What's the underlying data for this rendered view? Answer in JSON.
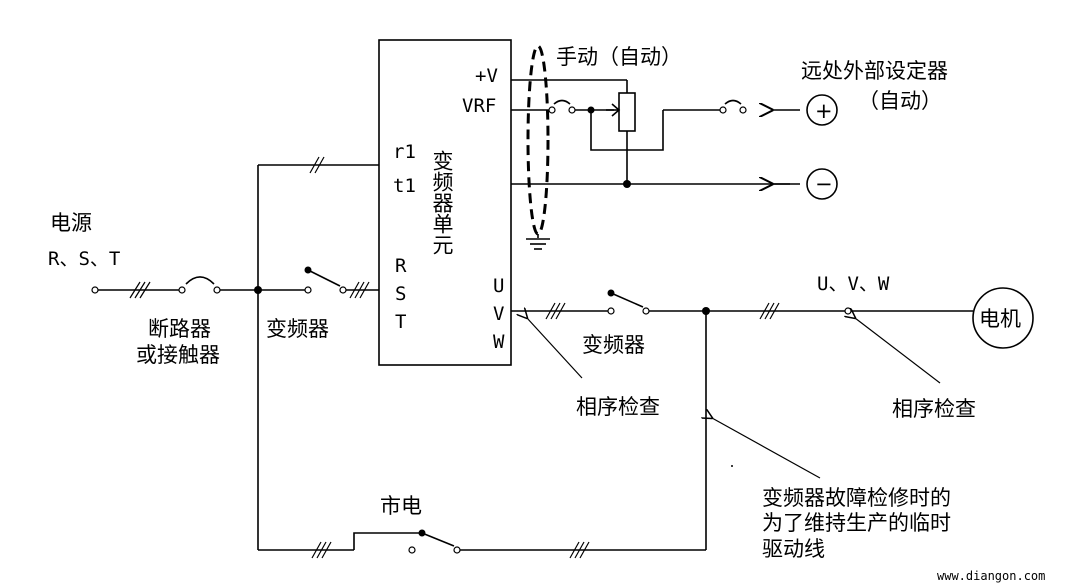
{
  "labels": {
    "power_source": "电源",
    "rst_input": "R、S、T",
    "breaker_line1": "断路器",
    "breaker_line2": "或接触器",
    "inverter_switch_left": "变频器",
    "unit_r1": "r1",
    "unit_t1": "t1",
    "unit_r": "R",
    "unit_s": "S",
    "unit_t": "T",
    "unit_title": "变频器单元",
    "unit_u": "U",
    "unit_v": "V",
    "unit_w": "W",
    "plus_v": "+V",
    "vrf": "VRF",
    "manual_auto": "手动（自动）",
    "remote_setter_line1": "远处外部设定器",
    "remote_setter_line2": "（自动）",
    "plus_sign": "+",
    "minus_sign": "−",
    "inverter_switch_right": "变频器",
    "phase_check_left": "相序检查",
    "uvw_output": "U、V、W",
    "phase_check_right": "相序检查",
    "motor": "电机",
    "mains": "市电",
    "note_line1": "变频器故障检修时的",
    "note_line2": "为了维持生产的临时",
    "note_line3": "驱动线",
    "watermark": "www.diangon.com"
  }
}
